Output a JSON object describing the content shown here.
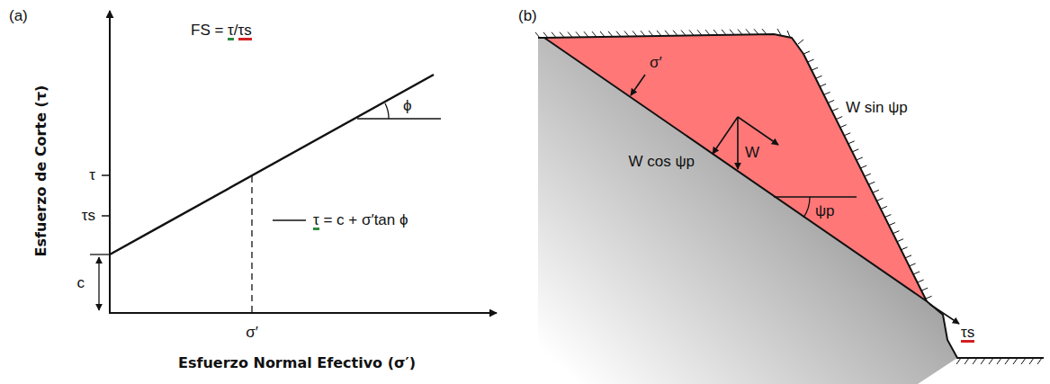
{
  "diagram": {
    "labels": [
      "(a)",
      "FS = τ/τs",
      "Esfuerzo de Corte (τ)",
      "τ",
      "τs",
      "c",
      "ϕ",
      "τ = c + σ′tan ϕ",
      "σ′",
      "Esfuerzo Normal Efectivo (σ′)",
      "(b)",
      "σ′",
      "W cos ψp",
      "W",
      "W sin ψp",
      "ψp",
      "τs"
    ]
  }
}
